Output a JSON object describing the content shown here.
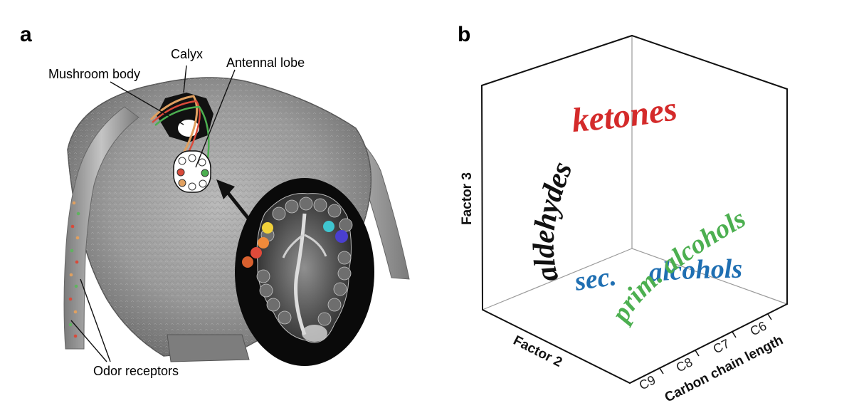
{
  "panel_a": {
    "label": "a",
    "annotations": {
      "calyx": "Calyx",
      "mushroom_body": "Mushroom body",
      "antennal_lobe": "Antennal lobe",
      "odor_receptors": "Odor receptors"
    }
  },
  "panel_b": {
    "label": "b",
    "axes": {
      "vertical": "Factor 3",
      "depth": "Factor 2",
      "horizontal": "Carbon chain length"
    },
    "ticks": [
      "C9",
      "C8",
      "C7",
      "C6"
    ],
    "classes": {
      "ketones": "ketones",
      "aldehydes": "aldehydes",
      "prim_alcohols": "prim. alcohols",
      "sec_alcohols": "sec. alcohols"
    },
    "class_words": {
      "sec": "sec.",
      "alcohols": "alcohols",
      "prim": "prim.",
      "alcohols2": "alcohols"
    },
    "colors": {
      "ketones": "#d42a2a",
      "aldehydes": "#111111",
      "prim_alcohols": "#4caf50",
      "sec_alcohols": "#1f6fb2"
    }
  }
}
